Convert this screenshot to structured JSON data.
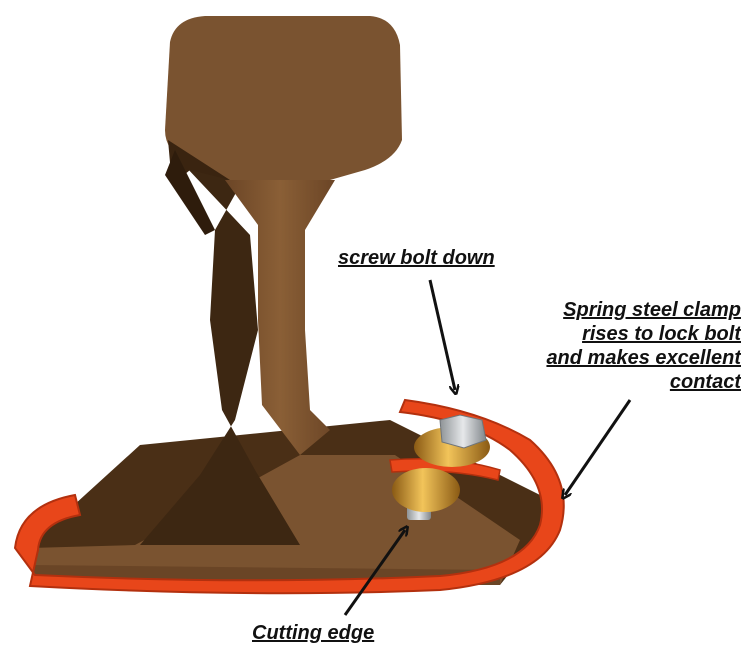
{
  "diagram": {
    "labels": {
      "screw_bolt": "screw bolt down",
      "spring_clamp_lines": [
        "Spring steel clamp",
        "rises to lock bolt",
        "and makes excellent",
        "contact"
      ],
      "cutting_edge": "Cutting edge"
    },
    "colors": {
      "rail": "#7a5530",
      "rail_dark": "#3a2410",
      "clamp": "#e8461a",
      "clamp_dark": "#b3300e",
      "bolt_brass": "#d8a23a",
      "bolt_steel": "#b8bcc0",
      "arrow": "#111111",
      "background": "#ffffff"
    },
    "parts": [
      "rail-head",
      "rail-web",
      "rail-foot",
      "spring-clamp",
      "bolt-head",
      "bolt-washer",
      "bolt-nut",
      "bolt-thread"
    ]
  }
}
